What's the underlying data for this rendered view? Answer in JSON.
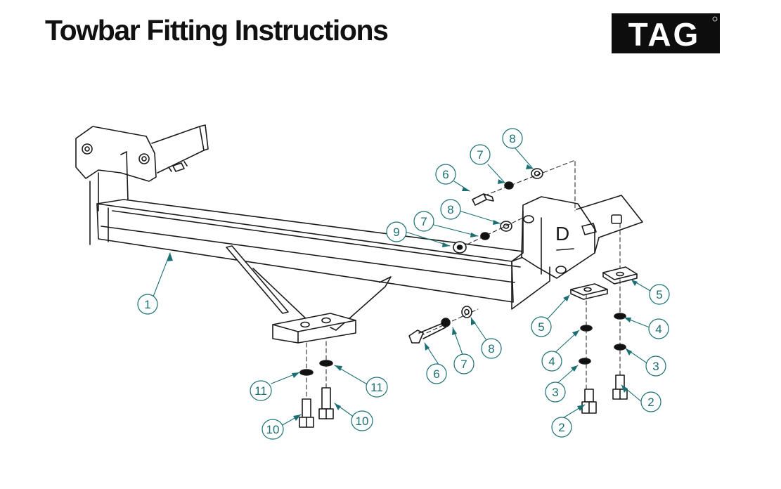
{
  "header": {
    "title": "Towbar Fitting Instructions",
    "brand_logo_text": "TAG"
  },
  "colors": {
    "title": "#111111",
    "line_art": "#1a1a1a",
    "callout": "#1a6f72",
    "logo_bg": "#0d0d0d",
    "logo_text": "#ffffff"
  },
  "diagram": {
    "bracket_marking": "D",
    "callouts": [
      {
        "id": "c1",
        "part": "1"
      },
      {
        "id": "c2a",
        "part": "2"
      },
      {
        "id": "c2b",
        "part": "2"
      },
      {
        "id": "c3a",
        "part": "3"
      },
      {
        "id": "c3b",
        "part": "3"
      },
      {
        "id": "c4a",
        "part": "4"
      },
      {
        "id": "c4b",
        "part": "4"
      },
      {
        "id": "c5a",
        "part": "5"
      },
      {
        "id": "c5b",
        "part": "5"
      },
      {
        "id": "c6a",
        "part": "6"
      },
      {
        "id": "c6b",
        "part": "6"
      },
      {
        "id": "c7a",
        "part": "7"
      },
      {
        "id": "c7b",
        "part": "7"
      },
      {
        "id": "c7c",
        "part": "7"
      },
      {
        "id": "c8a",
        "part": "8"
      },
      {
        "id": "c8b",
        "part": "8"
      },
      {
        "id": "c8c",
        "part": "8"
      },
      {
        "id": "c9",
        "part": "9"
      },
      {
        "id": "c10a",
        "part": "10"
      },
      {
        "id": "c10b",
        "part": "10"
      },
      {
        "id": "c11a",
        "part": "11"
      },
      {
        "id": "c11b",
        "part": "11"
      }
    ]
  }
}
